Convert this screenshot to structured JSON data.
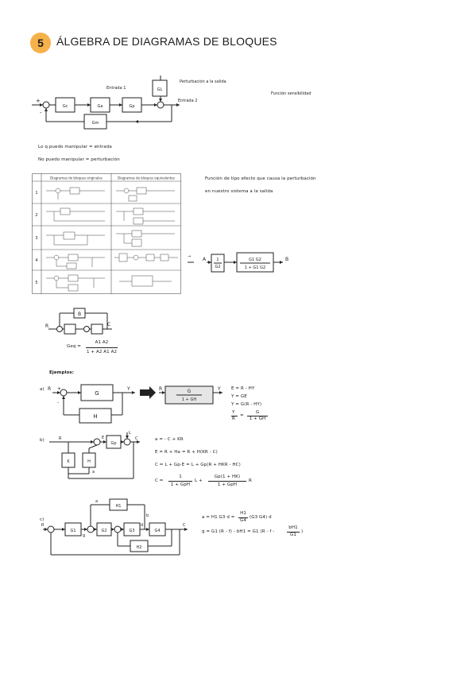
{
  "section": {
    "number": "5",
    "title": "ÁLGEBRA DE DIAGRAMAS DE BLOQUES"
  },
  "diagram1": {
    "input_sign": "+",
    "feedback_sign": "-",
    "blocks": [
      "Gc",
      "Ga",
      "Gp",
      "Gm",
      "GL"
    ],
    "entrada1": "Entrada 1",
    "entrada2": "Entrada 2",
    "perturbacion": "Perturbación a la salida",
    "funcion_sensibilidad": "Función sensibilidad"
  },
  "notes": {
    "line1": "Lo q puedo manipular = entrada",
    "line2": "No puedo manipular = perturbación",
    "line3": "Función de tipo efecto que causa la perturbación",
    "line4": "en nuestro sistema a la salida"
  },
  "table": {
    "header_original": "Diagramas de bloques originales",
    "header_equivalent": "Diagramas de bloques equivalentes",
    "rows": [
      "1",
      "2",
      "3",
      "4",
      "5"
    ]
  },
  "right_block": {
    "input": "A",
    "output": "B",
    "pre_num": "1",
    "pre_den": "G2",
    "num": "G1 G2",
    "den": "1 + G1 G2"
  },
  "loop_example": {
    "top_block": "B",
    "input": "R",
    "output": "C",
    "formula_lhs": "Geq =",
    "formula_num": "A1 A2",
    "formula_den": "1 + A2 A1 A2"
  },
  "examples_label": "Ejemplos:",
  "example_a": {
    "label": "a)",
    "input": "R",
    "output": "Y",
    "forward": "G",
    "feedback": "H",
    "plus": "+",
    "minus": "-",
    "result_num": "G",
    "result_den": "1 + GH",
    "eq1": "E = R - HY",
    "eq2": "Y = GE",
    "eq3": "Y = G(R - HY)",
    "eq4_lhs": "Y",
    "eq4_den": "R",
    "eq4_rhs_num": "G",
    "eq4_rhs_den": "1 + GH"
  },
  "example_b": {
    "label": "b)",
    "blocks": [
      "Gp",
      "K",
      "H"
    ],
    "signals": [
      "R",
      "E",
      "L",
      "C",
      "a"
    ],
    "eq1": "a = - C + KR",
    "eq2": "E = R + Ha = R + H(KR - C)",
    "eq3": "C = L + Gp·E = L + Gp(R + HKR - HC)",
    "eq4_lhs": "C =",
    "eq4_f1_num": "1",
    "eq4_f1_den": "1 + GpH",
    "eq4_mid": "L +",
    "eq4_f2_num": "Gp(1 + HK)",
    "eq4_f2_den": "1 + GpH",
    "eq4_tail": "R"
  },
  "example_c": {
    "label": "c)",
    "blocks": [
      "G1",
      "G2",
      "G3",
      "G4",
      "H1",
      "H2"
    ],
    "signals": [
      "R",
      "C",
      "a",
      "b",
      "d",
      "g"
    ],
    "eq1_lhs": "a = H1 G3 d =",
    "eq1_num": "H1",
    "eq1_den": "G4",
    "eq1_tail": "(G3 G4) d",
    "eq2_lhs": "g = G1 (R - f) - bH1 = G1 (R - f -",
    "eq2_num": "bH1",
    "eq2_den": "G1",
    "eq2_tail": ")"
  }
}
